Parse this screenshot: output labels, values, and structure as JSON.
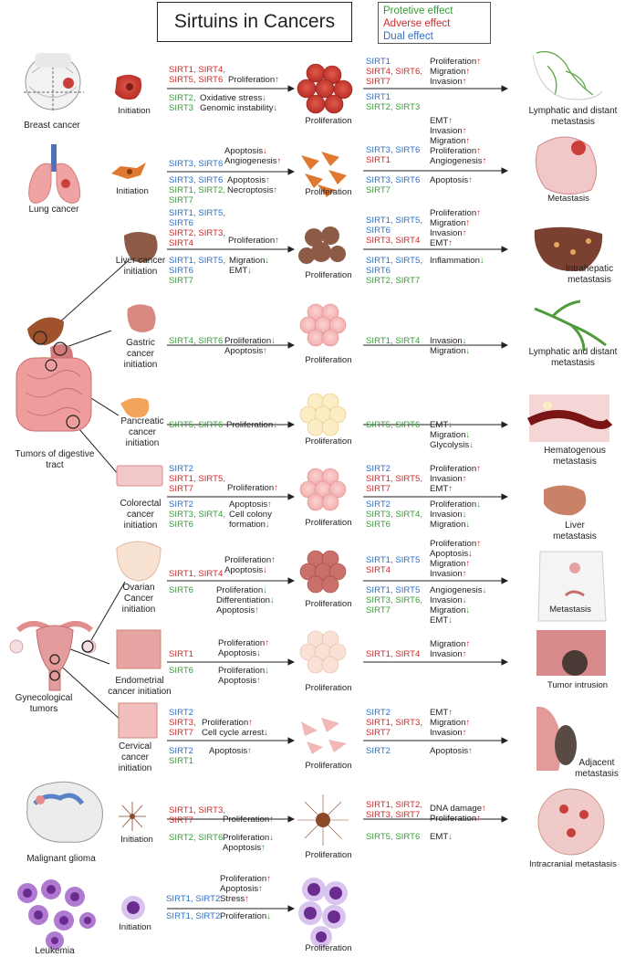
{
  "title": "Sirtuins in Cancers",
  "legend": [
    {
      "label": "Protetive effect",
      "color": "#3a9a3a"
    },
    {
      "label": "Adverse effect",
      "color": "#cc2b2b"
    },
    {
      "label": "Dual effect",
      "color": "#2f6fc2"
    }
  ],
  "icons": [
    "breast-icon",
    "lung-icon",
    "digestive-tract-icon",
    "uterus-icon",
    "brain-icon",
    "leukemia-cells-icon",
    "cell-icon",
    "liver-icon",
    "stomach-icon",
    "pancreas-icon",
    "colon-icon",
    "ovary-icon",
    "endometrium-icon",
    "cervix-icon",
    "neuron-icon",
    "metastasis-icon"
  ],
  "organs": {
    "breast": "Breast cancer",
    "lung": "Lung cancer",
    "digestive": "Tumors of digestive tract",
    "gyn": "Gynecological tumors",
    "glioma": "Malignant glioma",
    "leukemia": "Leukemia"
  },
  "rows": {
    "breast": {
      "start": "Initiation",
      "mid": "Proliferation",
      "end": "Lymphatic and distant metastasis",
      "l1a": "SIRT1, SIRT4,",
      "l1b": "SIRT5, SIRT6",
      "l1e": "Proliferation",
      "l2a": "SIRT2,",
      "l2b": "SIRT3",
      "l2e1": "Oxidative stress",
      "l2e2": "Genomic instability",
      "r1a": "SIRT1",
      "r1b": "SIRT4, SIRT6,",
      "r1c": "SIRT7",
      "r1e1": "Proliferation",
      "r1e2": "Migration",
      "r1e3": "Invasion",
      "r2a": "SIRT1",
      "r2b": "SIRT2, SIRT3"
    },
    "lung": {
      "start": "Initiation",
      "mid": "Proliferation",
      "end": "Metastasis",
      "l1a": "SIRT3, SIRT6",
      "l1e1": "Apoptosis",
      "l1e2": "Angiogenesis",
      "l2a": "SIRT3, SIRT6",
      "l2b": "SIRT1, SIRT2,",
      "l2c": "SIRT7",
      "l2e1": "Apoptosis",
      "l2e2": "Necroptosis",
      "r1a": "SIRT3, SIRT6",
      "r1b": "SIRT1",
      "r1e1": "EMT",
      "r1e2": "Invasion",
      "r1e3": "Migration",
      "r1e4": "Proliferation",
      "r1e5": "Angiogenesis",
      "r2a": "SIRT3, SIRT6",
      "r2b": "SIRT7",
      "r2e": "Apoptosis"
    },
    "liver": {
      "start": "Liver cancer initiation",
      "mid": "Proliferation",
      "end": "Intrahepatic metastasis",
      "l1a": "SIRT1, SIRT5,",
      "l1b": "SIRT6",
      "l1c": "SIRT2, SIRT3,",
      "l1d": "SIRT4",
      "l1e": "Proliferation",
      "l2a": "SIRT1, SIRT5,",
      "l2b": "SIRT6",
      "l2c": "SIRT7",
      "l2e1": "Migration",
      "l2e2": "EMT",
      "r1a": "SIRT1, SIRT5,",
      "r1b": "SIRT6",
      "r1c": "SIRT3, SIRT4",
      "r1e1": "Proliferation",
      "r1e2": "Migration",
      "r1e3": "Invasion",
      "r1e4": "EMT",
      "r2a": "SIRT1, SIRT5,",
      "r2b": "SIRT6",
      "r2c": "SIRT2, SIRT7",
      "r2e": "Inflammation"
    },
    "gastric": {
      "start": "Gastric cancer initiation",
      "mid": "Proliferation",
      "end": "Lymphatic and distant metastasis",
      "l1a": "SIRT4, SIRT6",
      "l1e1": "Proliferation",
      "l1e2": "Apoptosis",
      "r1a": "SIRT1, SIRT4",
      "r1e1": "Invasion",
      "r1e2": "Migration"
    },
    "pancreatic": {
      "start": "Pancreatic cancer initiation",
      "mid": "Proliferation",
      "end": "Hematogenous metastasis",
      "l1a": "SIRT5, SIRT6",
      "l1e": "Proliferation",
      "r1a": "SIRT5, SIRT6",
      "r1e1": "EMT",
      "r1e2": "Migration",
      "r1e3": "Glycolysis"
    },
    "colorectal": {
      "start": "Colorectal cancer initiation",
      "mid": "Proliferation",
      "end": "Liver metastasis",
      "l1a": "SIRT2",
      "l1b": "SIRT1, SIRT5,",
      "l1c": "SIRT7",
      "l1e": "Proliferation",
      "l2a": "SIRT2",
      "l2b": "SIRT3, SIRT4,",
      "l2c": "SIRT6",
      "l2e1": "Apoptosis",
      "l2e2": "Cell colony",
      "l2e3": "formation",
      "r1a": "SIRT2",
      "r1b": "SIRT1, SIRT5,",
      "r1c": "SIRT7",
      "r1e1": "Proliferation",
      "r1e2": "Invasion",
      "r1e3": "EMT",
      "r2a": "SIRT2",
      "r2b": "SIRT3, SIRT4,",
      "r2c": "SIRT6",
      "r2e1": "Proliferation",
      "r2e2": "Invasion",
      "r2e3": "Migration"
    },
    "ovarian": {
      "start": "Ovarian Cancer initiation",
      "mid": "Proliferation",
      "end": "Metastasis",
      "l1a": "SIRT1, SIRT4",
      "l1e1": "Proliferation",
      "l1e2": "Apoptosis",
      "l2a": "SIRT6",
      "l2e1": "Proliferation",
      "l2e2": "Differentiation",
      "l2e3": "Apoptosis",
      "r1a": "SIRT1, SIRT5",
      "r1b": "SIRT4",
      "r1e1": "Proliferation",
      "r1e2": "Apoptosis",
      "r1e3": "Migration",
      "r1e4": "Invasion",
      "r2a": "SIRT1, SIRT5",
      "r2b": "SIRT3, SIRT6,",
      "r2c": "SIRT7",
      "r2e1": "Angiogenesis",
      "r2e2": "Invasion",
      "r2e3": "Migration",
      "r2e4": "EMT"
    },
    "endometrial": {
      "start": "Endometrial cancer initiation",
      "mid": "Proliferation",
      "end": "Tumor intrusion",
      "l1a": "SIRT1",
      "l1e1": "Proliferation",
      "l1e2": "Apoptosis",
      "l2a": "SIRT6",
      "l2e1": "Proliferation",
      "l2e2": "Apoptosis",
      "r1a": "SIRT1, SIRT4",
      "r1e1": "Migration",
      "r1e2": "Invasion"
    },
    "cervical": {
      "start": "Cervical cancer initiation",
      "mid": "Proliferation",
      "end": "Adjacent metastasis",
      "l1a": "SIRT2",
      "l1b": "SIRT3,",
      "l1c": "SIRT7",
      "l1e1": "Proliferation",
      "l1e2": "Cell cycle arrest",
      "l2a": "SIRT2",
      "l2b": "SIRT1",
      "l2e": "Apoptosis",
      "r1a": "SIRT2",
      "r1b": "SIRT1, SIRT3,",
      "r1c": "SIRT7",
      "r1e1": "EMT",
      "r1e2": "Migration",
      "r1e3": "Invasion",
      "r2a": "SIRT2",
      "r2e": "Apoptosis"
    },
    "glioma": {
      "start": "Initiation",
      "mid": "Proliferation",
      "end": "Intracranial metastasis",
      "l1a": "SIRT1, SIRT3,",
      "l1b": "SIRT7",
      "l1e": "Proliferation",
      "l2a": "SIRT2, SIRT6",
      "l2e1": "Proliferation",
      "l2e2": "Apoptosis",
      "r1a": "SIRT1, SIRT2,",
      "r1b": "SIRT3, SIRT7",
      "r1e1": "DNA damage",
      "r1e2": "Proliferation",
      "r2a": "SIRT5, SIRT6",
      "r2e": "EMT"
    },
    "leukemia": {
      "start": "Initiation",
      "mid": "Proliferation",
      "l1a": "SIRT1, SIRT2",
      "l1e1": "Proliferation",
      "l1e2": "Apoptosis",
      "l1e3": "Stress",
      "l2a": "SIRT1, SIRT2",
      "l2e": "Proliferation"
    }
  },
  "arrows": {
    "up": "↑",
    "down": "↓"
  }
}
